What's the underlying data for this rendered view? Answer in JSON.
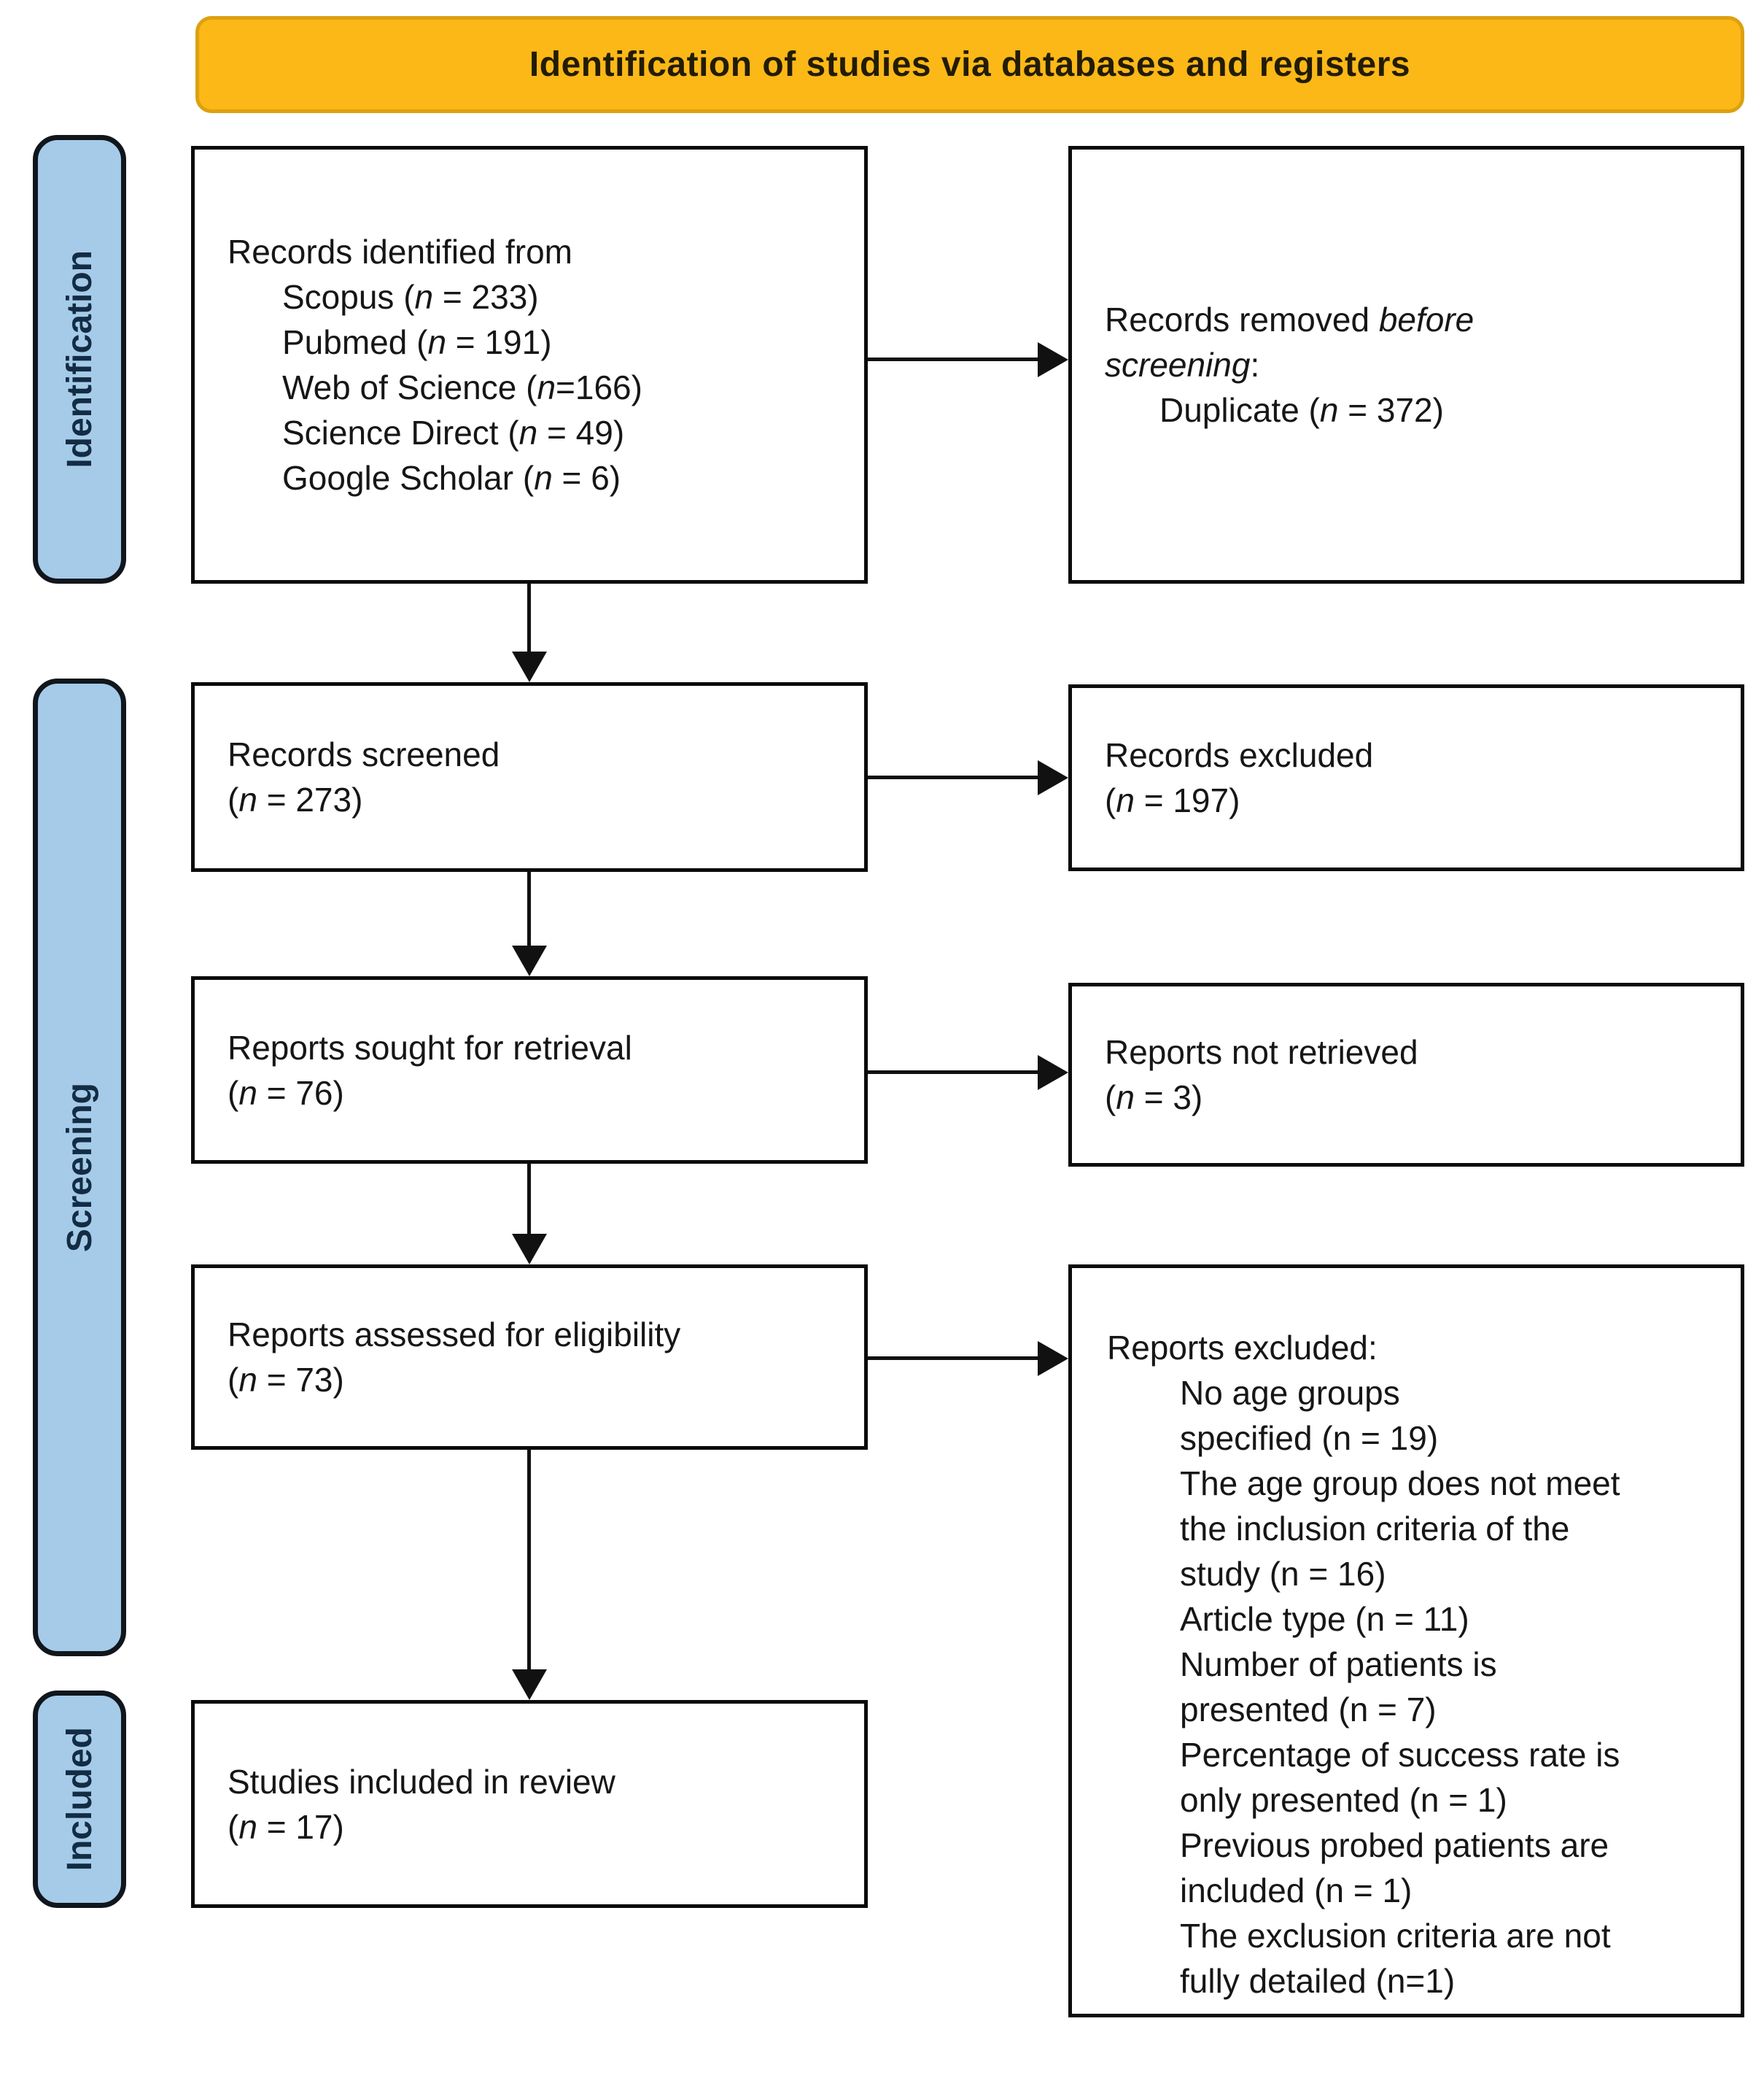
{
  "banner": {
    "title": "Identification of studies via databases and registers"
  },
  "sidebar": {
    "identification": "Identification",
    "screening": "Screening",
    "included": "Included"
  },
  "colors": {
    "banner_fill": "#FBB817",
    "banner_border": "#DCA10F",
    "stage_fill": "#A5CBE9",
    "stage_border": "#10161C",
    "box_border": "#0A0A0A",
    "arrow": "#111111",
    "text": "#161616"
  },
  "boxes": {
    "records_identified": {
      "title": "Records identified from",
      "items": [
        "Scopus (n = 233)",
        "Pubmed (n = 191)",
        "Web of Science (n=166)",
        "Science Direct (n = 49)",
        "Google Scholar (n = 6)"
      ]
    },
    "records_removed": {
      "line1_pre": "Records removed ",
      "line1_italic": "before",
      "line2_italic": "screening",
      "line2_post": ":",
      "item": "Duplicate (n = 372)"
    },
    "records_screened": {
      "line1": "Records screened",
      "line2": "(n = 273)"
    },
    "records_excluded": {
      "line1": "Records excluded",
      "line2": "(n = 197)"
    },
    "reports_sought": {
      "line1": "Reports sought for retrieval",
      "line2": "(n = 76)"
    },
    "reports_not_retrieved": {
      "line1": "Reports not retrieved",
      "line2": "(n = 3)"
    },
    "reports_assessed": {
      "line1": "Reports assessed for eligibility",
      "line2": "(n = 73)"
    },
    "reports_excluded": {
      "title": "Reports excluded:",
      "items": [
        "No age groups",
        "specified (n = 19)",
        "The age group does not meet",
        "the inclusion criteria of the",
        "study (n = 16)",
        "Article type (n = 11)",
        "Number of patients is",
        "presented (n = 7)",
        "Percentage of success rate is",
        "only presented (n = 1)",
        "Previous probed patients are",
        "included (n = 1)",
        "The exclusion criteria are not",
        "fully detailed (n=1)"
      ]
    },
    "studies_included": {
      "line1": "Studies included in review",
      "line2": "(n = 17)"
    }
  }
}
